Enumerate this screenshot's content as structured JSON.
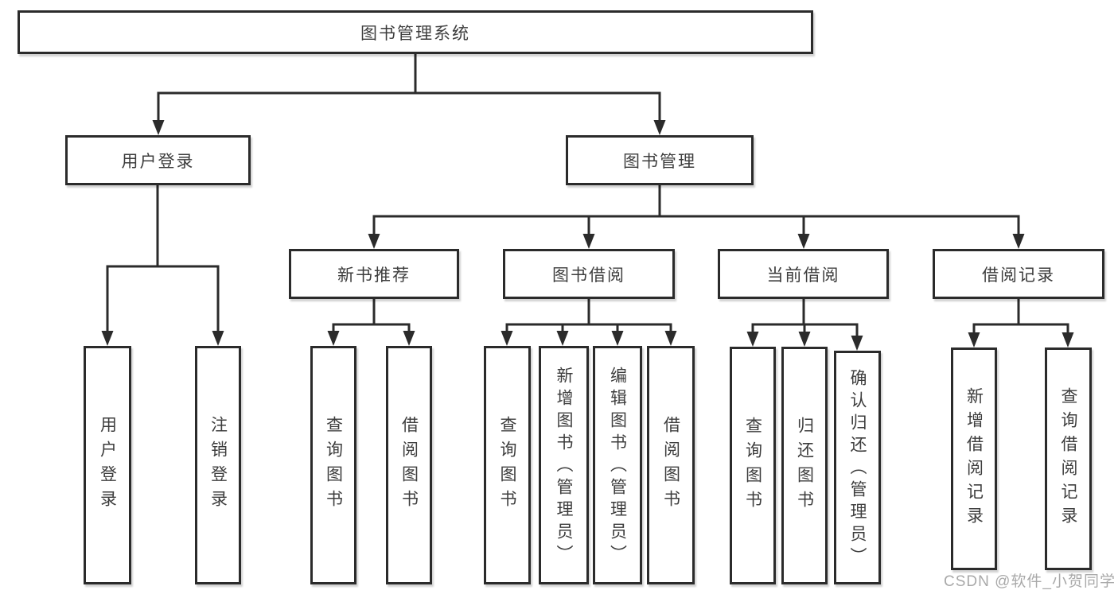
{
  "diagram": {
    "title": "图书管理系统",
    "colors": {
      "line": "#2b2b2b",
      "text": "#3d3d3d",
      "background": "#ffffff",
      "watermark": "#a9a9a9"
    },
    "root": {
      "label": "图书管理系统"
    },
    "branches": [
      {
        "label": "用户登录",
        "children": [
          {
            "label": "用户登录"
          },
          {
            "label": "注销登录"
          }
        ]
      },
      {
        "label": "图书管理",
        "children": [
          {
            "label": "新书推荐",
            "children": [
              {
                "label": "查询图书"
              },
              {
                "label": "借阅图书"
              }
            ]
          },
          {
            "label": "图书借阅",
            "children": [
              {
                "label": "查询图书"
              },
              {
                "label": "新增图书（管理员）"
              },
              {
                "label": "编辑图书（管理员）"
              },
              {
                "label": "借阅图书"
              }
            ]
          },
          {
            "label": "当前借阅",
            "children": [
              {
                "label": "查询图书"
              },
              {
                "label": "归还图书"
              },
              {
                "label": "确认归还（管理员）"
              }
            ]
          },
          {
            "label": "借阅记录",
            "children": [
              {
                "label": "新增借阅记录"
              },
              {
                "label": "查询借阅记录"
              }
            ]
          }
        ]
      }
    ],
    "watermark": "CSDN @软件_小贺同学"
  }
}
